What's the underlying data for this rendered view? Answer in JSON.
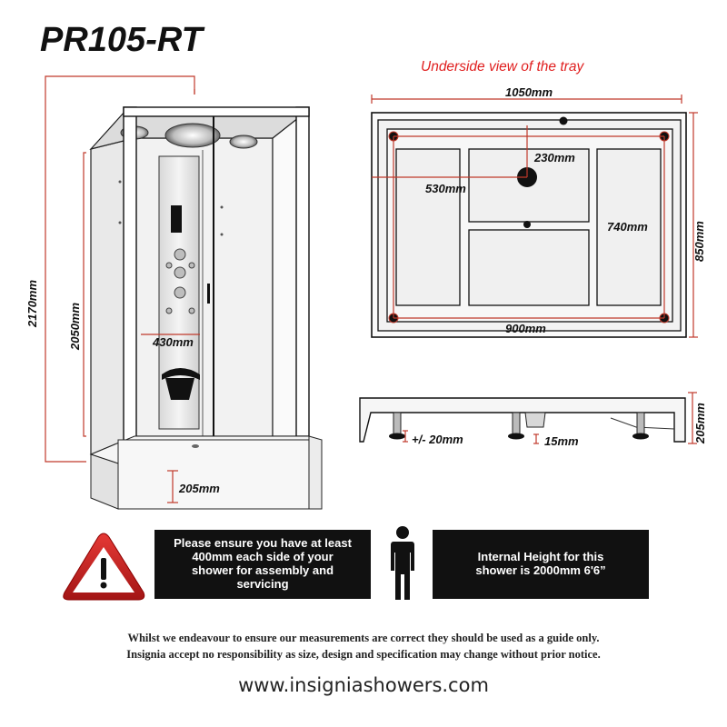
{
  "title": "PR105-RT",
  "tray_caption": "Underside view of the tray",
  "dimensions": {
    "total_height": "2170mm",
    "cabin_height": "2050mm",
    "door_width": "430mm",
    "tray_height_front": "205mm",
    "tray_width": "1050mm",
    "tray_depth": "850mm",
    "inner_width": "900mm",
    "inner_depth": "740mm",
    "drain_offset_x": "530mm",
    "drain_offset_y": "230mm",
    "leg_adjust": "+/- 20mm",
    "waste_clearance": "15mm",
    "tray_height_side": "205mm"
  },
  "notices": {
    "clearance": [
      "Please ensure you have at least",
      "400mm each side of your",
      "shower for assembly and",
      "servicing"
    ],
    "internal_height": [
      "Internal Height for this",
      "shower is 2000mm 6'6”"
    ]
  },
  "icons": {
    "warning": "warning-triangle-icon",
    "person": "person-silhouette-icon"
  },
  "disclaimer": [
    "Whilst we endeavour to ensure our measurements are correct they should be used as a guide only.",
    "Insignia accept no responsibility as size, design and specification may change without prior notice."
  ],
  "website": "www.insigniashowers.com",
  "colors": {
    "dimension_line": "#c0392b",
    "caption": "#e02020",
    "notice_bg": "#111111",
    "warning_red": "#c62828"
  }
}
